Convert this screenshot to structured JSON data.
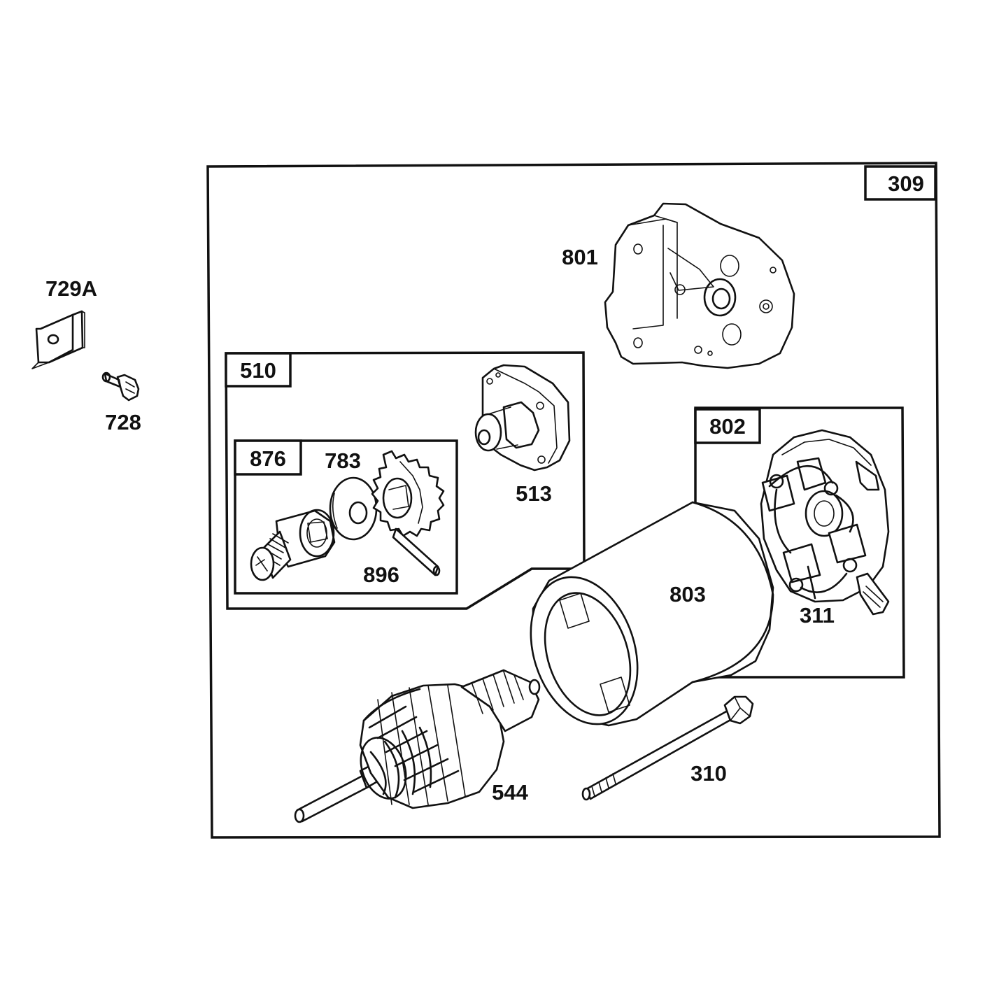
{
  "diagram": {
    "labels": {
      "assembly": "309",
      "bracket_729a": "729A",
      "screw_728": "728",
      "end_cap_801": "801",
      "drive_kit_510": "510",
      "drive_876": "876",
      "gear_783": "783",
      "drive_housing_513": "513",
      "pin_896": "896",
      "brush_kit_802": "802",
      "housing_803": "803",
      "brush_311": "311",
      "bolt_310": "310",
      "armature_544": "544"
    }
  }
}
